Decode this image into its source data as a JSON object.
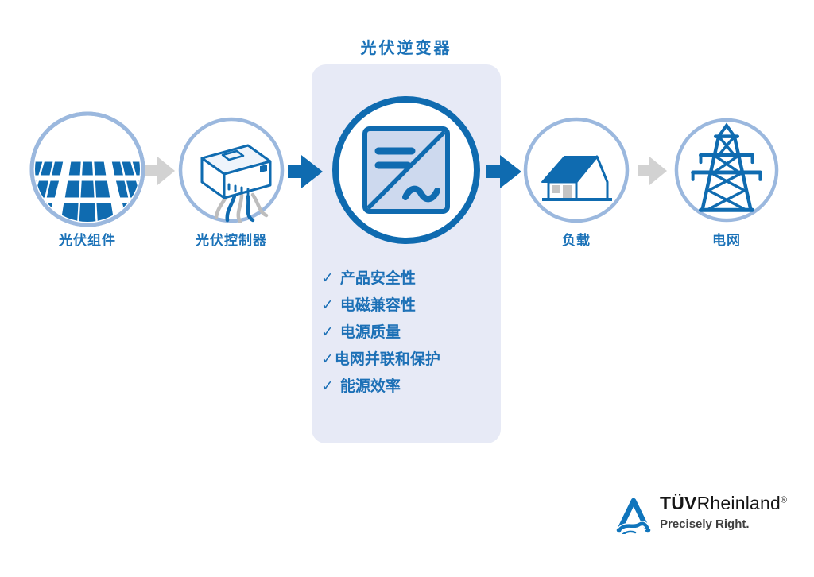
{
  "title": "光伏逆变器",
  "flow": {
    "nodes": [
      {
        "name": "pv-modules",
        "label": "光伏组件",
        "icon": "solar-panels-icon"
      },
      {
        "name": "pv-controller",
        "label": "光伏控制器",
        "icon": "controller-box-icon"
      },
      {
        "name": "pv-inverter",
        "icon": "inverter-icon",
        "highlighted": true
      },
      {
        "name": "load",
        "label": "负载",
        "icon": "house-icon"
      },
      {
        "name": "grid",
        "label": "电网",
        "icon": "power-pylon-icon"
      }
    ],
    "arrows": [
      {
        "style": "gray"
      },
      {
        "style": "blue"
      },
      {
        "style": "blue"
      },
      {
        "style": "gray"
      }
    ]
  },
  "checklist": {
    "items": [
      {
        "check": "✓",
        "label": "产品安全性"
      },
      {
        "check": "✓",
        "label": "电磁兼容性"
      },
      {
        "check": "✓",
        "label": "电源质量"
      },
      {
        "check": "✓",
        "label": "电网并联和保护"
      },
      {
        "check": "✓",
        "label": "能源效率"
      }
    ]
  },
  "logo": {
    "brand_bold": "TÜV",
    "brand_regular": "Rheinland",
    "registered": "®",
    "tagline": "Precisely Right."
  },
  "colors": {
    "primary_blue": "#0f6bb0",
    "light_circle_blue": "#9bb8de",
    "panel_bg": "#e7eaf6",
    "inverter_square_fill": "#cdd9ee",
    "arrow_gray": "#d2d2d2",
    "text_blue": "#1b72b8",
    "detail_gray": "#c4c4c4",
    "logo_blue": "#1075bc"
  }
}
